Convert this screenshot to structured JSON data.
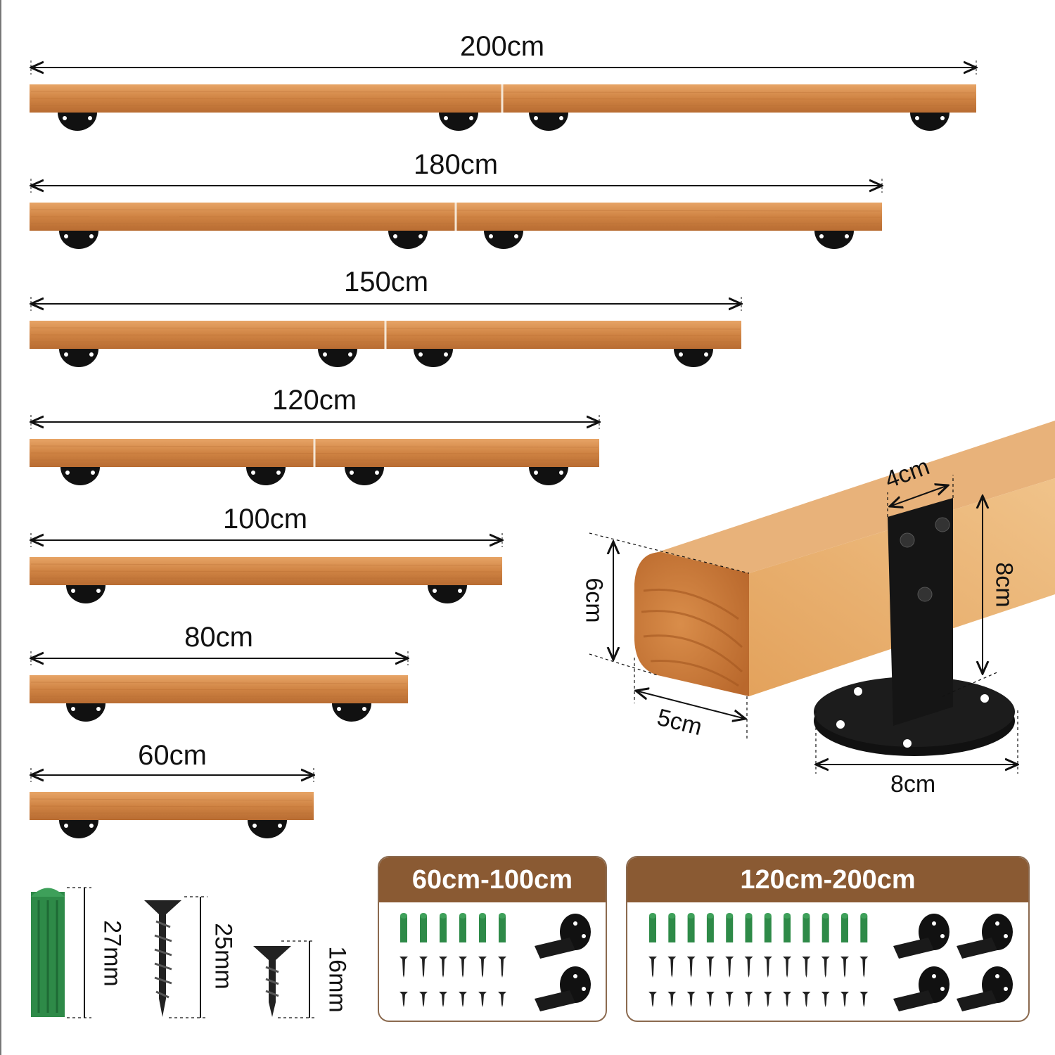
{
  "rails": [
    {
      "label": "200cm"
    },
    {
      "label": "180cm"
    },
    {
      "label": "150cm"
    },
    {
      "label": "120cm"
    },
    {
      "label": "100cm"
    },
    {
      "label": "80cm"
    },
    {
      "label": "60cm"
    }
  ],
  "detail": {
    "bracket_width": "4cm",
    "bracket_height": "8cm",
    "rail_height": "6cm",
    "rail_width": "5cm",
    "base_diameter": "8cm"
  },
  "hardware": {
    "anchor": "27mm",
    "long_screw": "25mm",
    "short_screw": "16mm"
  },
  "kits": [
    {
      "title": "60cm-100cm"
    },
    {
      "title": "120cm-200cm"
    }
  ],
  "colors": {
    "wood": "#d48d4a",
    "bracket": "#111111",
    "anchor": "#2e8a48",
    "kit_header": "#8a5a33"
  }
}
